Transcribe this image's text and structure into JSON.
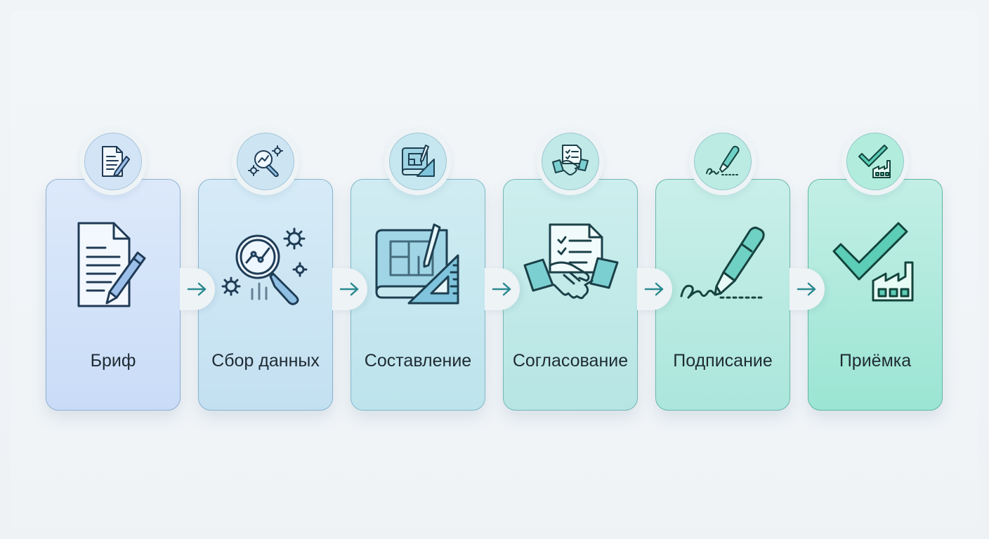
{
  "steps": [
    {
      "label": "Бриф",
      "icon": "document-pencil-icon",
      "card_from": "#dde9fb",
      "card_to": "#c9dcf7",
      "border": "#8fb0d3",
      "badge_bg": "#d3e4f7",
      "stroke": "#1f3a55",
      "fill": "#9cc0ea"
    },
    {
      "label": "Сбор данных",
      "icon": "magnifier-chart-gears-icon",
      "card_from": "#d6ebf7",
      "card_to": "#c3e0f1",
      "border": "#86b3cf",
      "badge_bg": "#cde5f3",
      "stroke": "#1f3c55",
      "fill": "#8fc0e4"
    },
    {
      "label": "Составление",
      "icon": "blueprint-ruler-icon",
      "card_from": "#d0ecf2",
      "card_to": "#bde3ec",
      "border": "#7fb8c8",
      "badge_bg": "#c6e7ef",
      "stroke": "#1d3f50",
      "fill": "#7fc4dc"
    },
    {
      "label": "Согласование",
      "icon": "handshake-document-icon",
      "card_from": "#cdeeee",
      "card_to": "#b6e5e3",
      "border": "#74b6b5",
      "badge_bg": "#c0e9e7",
      "stroke": "#1b4048",
      "fill": "#7ccfd0"
    },
    {
      "label": "Подписание",
      "icon": "fountain-pen-signature-icon",
      "card_from": "#c9efe9",
      "card_to": "#abe6dc",
      "border": "#6bb7ab",
      "badge_bg": "#bbebe2",
      "stroke": "#17423f",
      "fill": "#6fd0c4"
    },
    {
      "label": "Приёмка",
      "icon": "checkmark-factory-icon",
      "card_from": "#c3efe5",
      "card_to": "#9be5d3",
      "border": "#5fb6a2",
      "badge_bg": "#b2ecdd",
      "stroke": "#12443c",
      "fill": "#5ccdb6"
    }
  ],
  "arrow_color": "#2b8a90",
  "arrow_icon": "arrow-right-icon"
}
